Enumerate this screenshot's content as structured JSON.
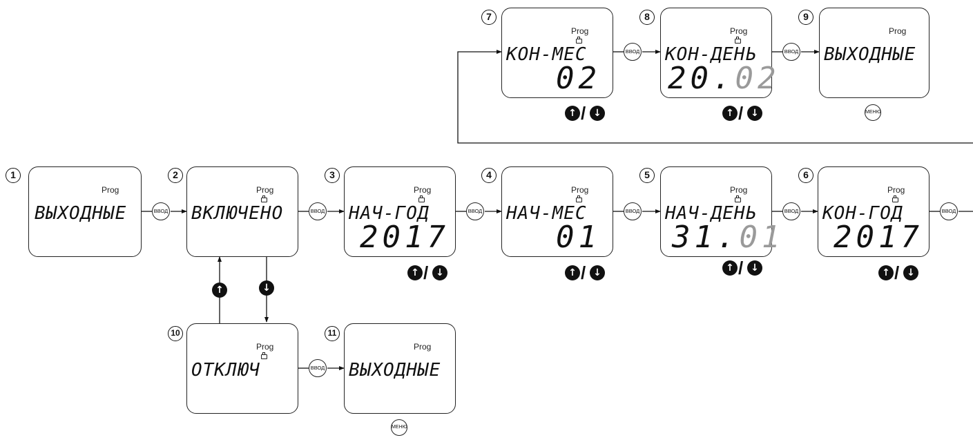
{
  "indicator_label": "Prog",
  "buttons": {
    "enter": "ВВОД",
    "menu": "МЕНЮ"
  },
  "steps": [
    {
      "id": "step-1",
      "number": "1",
      "top_text": "ВЫХОДНЫЕ"
    },
    {
      "id": "step-2",
      "number": "2",
      "top_text": "ВКЛЮЧЕНО"
    },
    {
      "id": "step-3",
      "number": "3",
      "top_text": "НАЧ-ГОД",
      "value": "2017"
    },
    {
      "id": "step-4",
      "number": "4",
      "top_text": "НАЧ-МЕС",
      "value": "01"
    },
    {
      "id": "step-5",
      "number": "5",
      "top_text": "НАЧ-ДЕНЬ",
      "value_main": "31.",
      "value_dim": "01"
    },
    {
      "id": "step-6",
      "number": "6",
      "top_text": "КОН-ГОД",
      "value": "2017"
    },
    {
      "id": "step-7",
      "number": "7",
      "top_text": "КОН-МЕС",
      "value": "02"
    },
    {
      "id": "step-8",
      "number": "8",
      "top_text": "КОН-ДЕНЬ",
      "value_main": "20.",
      "value_dim": "02"
    },
    {
      "id": "step-9",
      "number": "9",
      "top_text": "ВЫХОДНЫЕ"
    },
    {
      "id": "step-10",
      "number": "10",
      "top_text": "ОТКЛЮЧ"
    },
    {
      "id": "step-11",
      "number": "11",
      "top_text": "ВЫХОДНЫЕ"
    }
  ],
  "icons": {
    "up": "arrow-up-circle-icon",
    "down": "arrow-down-circle-icon",
    "briefcase": "briefcase-icon"
  },
  "glyphs": {
    "up": "↑",
    "down": "↓",
    "slash": "/"
  }
}
